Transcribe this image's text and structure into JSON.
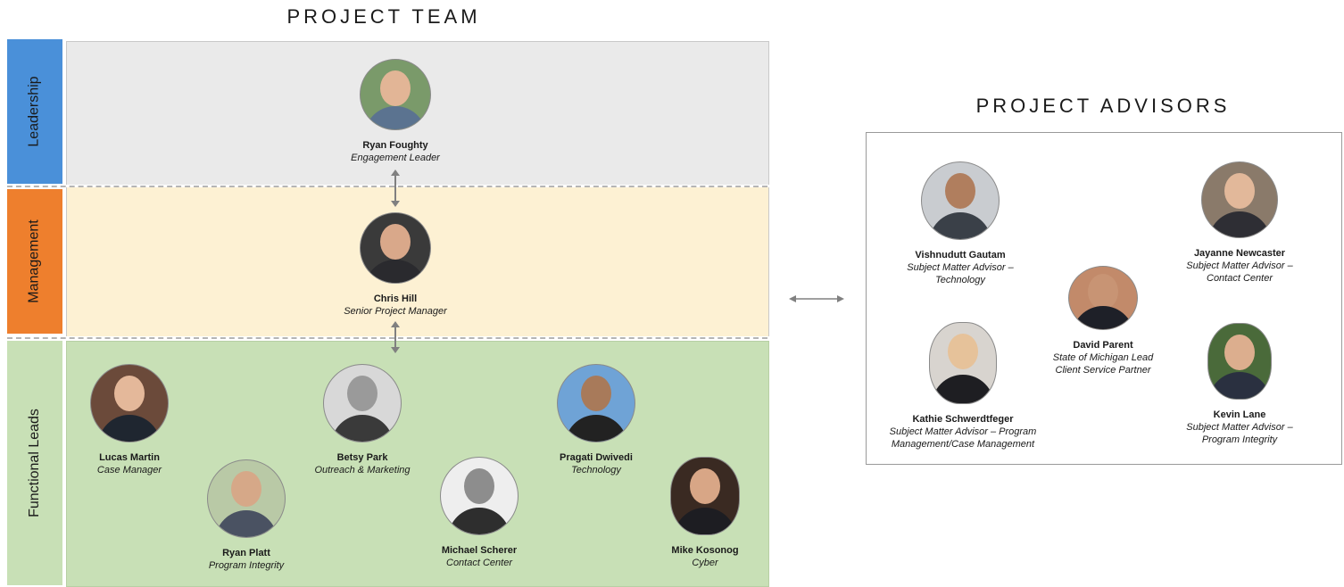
{
  "team": {
    "heading": "PROJECT TEAM",
    "bands": [
      {
        "label": "Leadership",
        "color": "#4a90d9",
        "bg": "#eaeaea"
      },
      {
        "label": "Management",
        "color": "#ee7f2d",
        "bg": "#fdf1d3"
      },
      {
        "label": "Functional Leads",
        "color": "#78b44e",
        "bg": "#c8e0b6"
      }
    ],
    "leadership": {
      "name": "Ryan Foughty",
      "role": "Engagement Leader"
    },
    "management": {
      "name": "Chris Hill",
      "role": "Senior Project Manager"
    },
    "functional": [
      {
        "name": "Lucas Martin",
        "role": "Case Manager"
      },
      {
        "name": "Betsy Park",
        "role": "Outreach & Marketing"
      },
      {
        "name": "Pragati Dwivedi",
        "role": "Technology"
      },
      {
        "name": "Ryan Platt",
        "role": "Program Integrity"
      },
      {
        "name": "Michael Scherer",
        "role": "Contact Center"
      },
      {
        "name": "Mike Kosonog",
        "role": "Cyber"
      }
    ]
  },
  "advisors": {
    "heading": "PROJECT ADVISORS",
    "people": [
      {
        "name": "Vishnudutt Gautam",
        "role_line1": "Subject Matter Advisor –",
        "role_line2": "Technology"
      },
      {
        "name": "Jayanne Newcaster",
        "role_line1": "Subject Matter Advisor –",
        "role_line2": "Contact Center"
      },
      {
        "name": "David Parent",
        "role_line1": "State of Michigan Lead",
        "role_line2": "Client Service Partner"
      },
      {
        "name": "Kathie Schwerdtfeger",
        "role_line1": "Subject Matter Advisor – Program",
        "role_line2": "Management/Case Management"
      },
      {
        "name": "Kevin Lane",
        "role_line1": "Subject Matter Advisor –",
        "role_line2": "Program Integrity"
      }
    ]
  }
}
